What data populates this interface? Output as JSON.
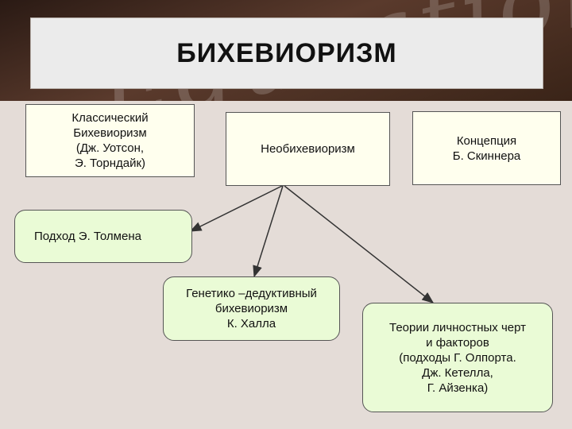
{
  "title": "БИХЕВИОРИЗМ",
  "decor": {
    "text": "Education"
  },
  "nodes": {
    "classic": "Классический\nБихевиоризм\n(Дж. Уотсон,\nЭ. Торндайк)",
    "neo": "Необихевиоризм",
    "skinner": "Концепция\nБ. Скиннера",
    "tolman": "Подход Э. Толмена",
    "hull": "Генетико –дедуктивный\nбихевиоризм\nК. Халла",
    "traits": "Теории личностных черт\nи факторов\n(подходы Г. Олпорта.\nДж. Кетелла,\nГ. Айзенка)"
  },
  "colors": {
    "rect_fill": "#ffffee",
    "round_fill": "#eafbd6",
    "edge": "#333333"
  }
}
